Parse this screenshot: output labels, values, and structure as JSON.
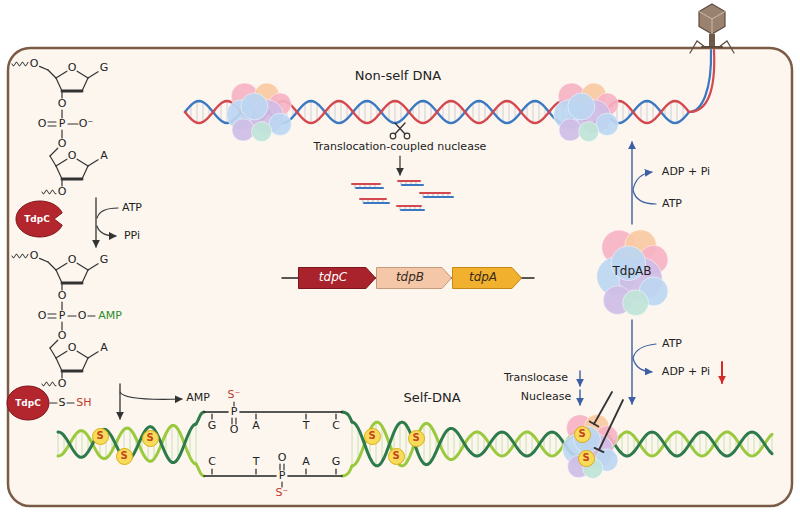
{
  "diagram": {
    "nodes": [
      {
        "text": [
          "TdpC"
        ]
      },
      {
        "text": [
          "TdpAB"
        ]
      },
      {
        "text": [
          "tdpC"
        ]
      },
      {
        "text": [
          "tdpB"
        ]
      },
      {
        "text": [
          "tdpA"
        ]
      },
      {
        "text": [
          "TdpC"
        ]
      },
      {
        "text": [
          "S"
        ]
      },
      {
        "text": [
          "S"
        ]
      },
      {
        "text": [
          "S"
        ]
      },
      {
        "text": [
          "S"
        ]
      },
      {
        "text": [
          "S"
        ]
      },
      {
        "text": [
          "S"
        ]
      },
      {
        "text": [
          "S"
        ]
      },
      {
        "text": [
          "S"
        ]
      }
    ],
    "labels": [
      "Non-self DNA",
      "Translocation-coupled nuclease",
      "ADP + Pi",
      "ATP",
      "ATP",
      "ADP + Pi",
      "Translocase",
      "Nuclease",
      "Self-DNA",
      "O",
      "O",
      "G",
      "O",
      "O",
      "P",
      "O⁻",
      "O",
      "O",
      "A",
      "O",
      "ATP",
      "PPi",
      "O",
      "O",
      "G",
      "O",
      "O",
      "P",
      "O",
      "AMP",
      "O",
      "O",
      "A",
      "O",
      "S",
      "SH",
      "AMP",
      "S⁻",
      "P",
      "O",
      "G",
      "A",
      "T",
      "C",
      "C",
      "T",
      "A",
      "G",
      "O",
      "P",
      "S⁻"
    ]
  }
}
